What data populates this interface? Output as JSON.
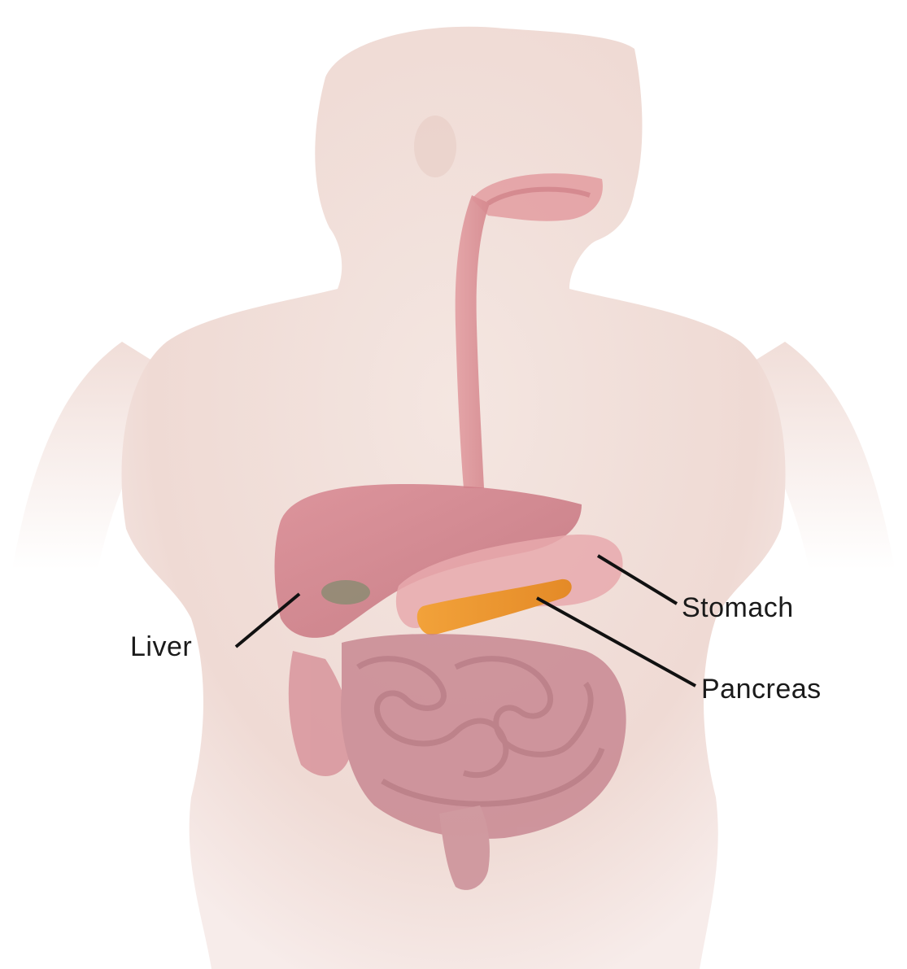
{
  "labels": {
    "liver": "Liver",
    "stomach": "Stomach",
    "pancreas": "Pancreas"
  },
  "colors": {
    "skin": "#f1d9d3",
    "organ_liver": "#c96e78",
    "organ_stomach": "#e3a7ab",
    "organ_pancreas": "#e8972e",
    "organ_intestine": "#c9858f",
    "esophagus": "#de8f94",
    "leader_line": "#111111"
  }
}
